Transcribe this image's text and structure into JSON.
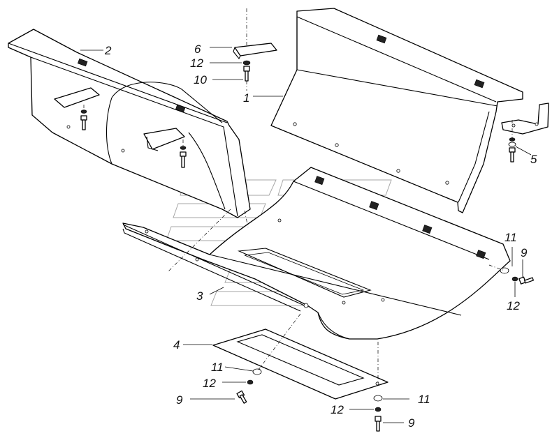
{
  "callouts": {
    "c1": "1",
    "c2": "2",
    "c3": "3",
    "c4": "4",
    "c5": "5",
    "c6": "6",
    "c10": "10",
    "c12_top": "12",
    "c11_right": "11",
    "c9_right": "9",
    "c12_right": "12",
    "c11_low": "11",
    "c12_low": "12",
    "c9_low": "9",
    "c11_bot": "11",
    "c12_bot": "12",
    "c9_bot": "9"
  }
}
